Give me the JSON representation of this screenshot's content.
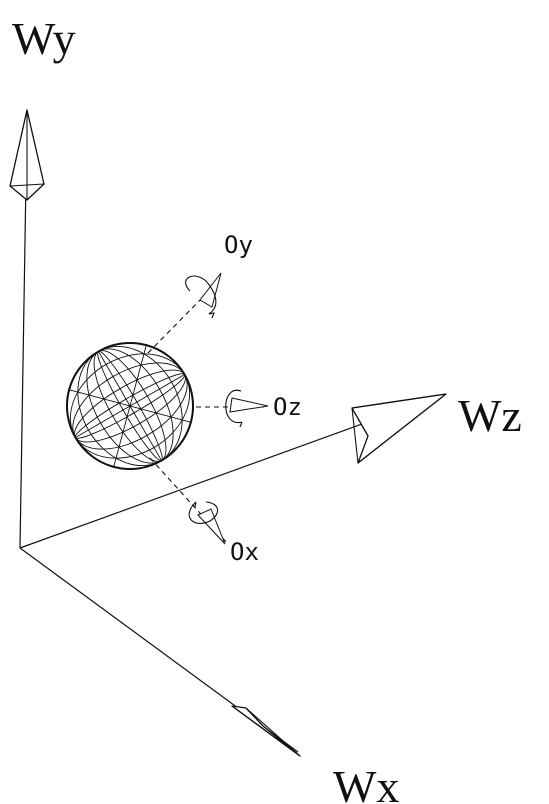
{
  "labels": {
    "world_y": "Wy",
    "world_z": "Wz",
    "world_x": "Wx",
    "object_y": "Oy",
    "object_z": "Oz",
    "object_x": "Ox"
  },
  "icons": {
    "world_axes": "world-coordinate-axes-icon",
    "object_axes": "object-coordinate-axes-icon",
    "sphere": "wireframe-sphere-icon",
    "rotation": "rotation-arrow-icon"
  },
  "colors": {
    "ink": "#111111",
    "background": "#ffffff"
  }
}
